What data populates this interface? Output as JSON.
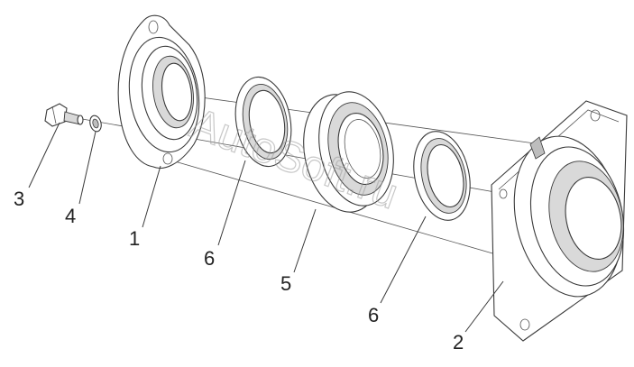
{
  "diagram": {
    "callouts": [
      {
        "id": "bolt",
        "label": "3"
      },
      {
        "id": "washer",
        "label": "4"
      },
      {
        "id": "cover",
        "label": "1"
      },
      {
        "id": "seal-left",
        "label": "6"
      },
      {
        "id": "bearing",
        "label": "5"
      },
      {
        "id": "seal-right",
        "label": "6"
      },
      {
        "id": "housing",
        "label": "2"
      }
    ],
    "watermark": "AutoSoft.ru",
    "colors": {
      "line": "#3a3a3a",
      "shade": "#d9d9d9",
      "background": "#ffffff"
    }
  }
}
